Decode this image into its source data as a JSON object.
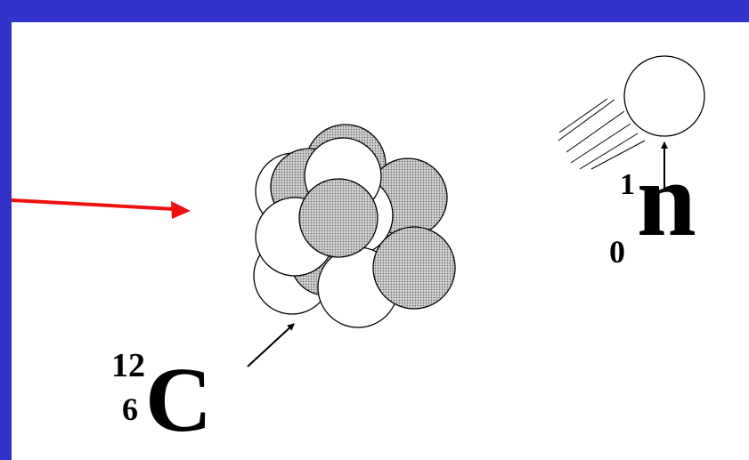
{
  "colors": {
    "frame": "#3333cc",
    "panel": "#ffffff",
    "proton_fill": "#b8b8b8",
    "neutron_fill": "#ffffff",
    "pointer_arrow": "#ee1111",
    "stroke": "#000000"
  },
  "nucleus": {
    "mass_number": "12",
    "atomic_number": "6",
    "symbol": "C"
  },
  "neutron": {
    "mass_number": "1",
    "atomic_number": "0",
    "symbol": "n"
  },
  "icons": [
    "red-pointer-arrow",
    "carbon-nucleus-cluster",
    "incoming-neutron",
    "motion-lines",
    "label-arrow"
  ]
}
